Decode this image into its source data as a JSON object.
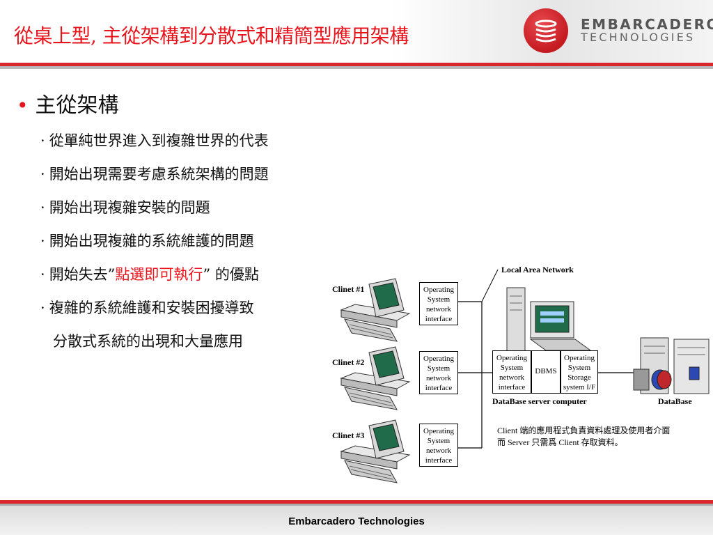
{
  "header": {
    "title": "從桌上型, 主從架構到分散式和精簡型應用架構",
    "logo_line1": "EMBARCADERO",
    "logo_line2": "TECHNOLOGIES"
  },
  "bullets": {
    "main": "主從架構",
    "items": [
      {
        "text": "從單純世界進入到複雜世界的代表"
      },
      {
        "text": "開始出現需要考慮系統架構的問題"
      },
      {
        "text": "開始出現複雜安裝的問題"
      },
      {
        "text": "開始出現複雜的系統維護的問題"
      },
      {
        "pre": "開始失去”",
        "highlight": "點選即可執行",
        "post": "” 的優點"
      },
      {
        "text": "複雜的系統維護和安裝困擾導致"
      }
    ],
    "continuation": "分散式系統的出現和大量應用"
  },
  "diagram": {
    "clients": [
      {
        "label": "Clinet #1",
        "os_lines": [
          "Operating",
          "System",
          "network",
          "interface"
        ]
      },
      {
        "label": "Clinet #2",
        "os_lines": [
          "Operating",
          "System",
          "network",
          "interface"
        ]
      },
      {
        "label": "Clinet #3",
        "os_lines": [
          "Operating",
          "System",
          "network",
          "interface"
        ]
      }
    ],
    "lan_label": "Local Area Network",
    "server_os_lines": [
      "Operating",
      "System",
      "network",
      "interface"
    ],
    "dbms": "DBMS",
    "storage_lines": [
      "Operating",
      "System",
      "Storage",
      "system  I/F"
    ],
    "server_label": "DataBase server computer",
    "database_label": "DataBase",
    "note_line1": "Client 端的應用程式負責資料處理及使用者介面",
    "note_line2": "而 Server 只需爲 Client 存取資料。"
  },
  "footer": {
    "text": "Embarcadero Technologies"
  },
  "colors": {
    "accent": "#e8141b",
    "screen": "#1f6b4a"
  }
}
